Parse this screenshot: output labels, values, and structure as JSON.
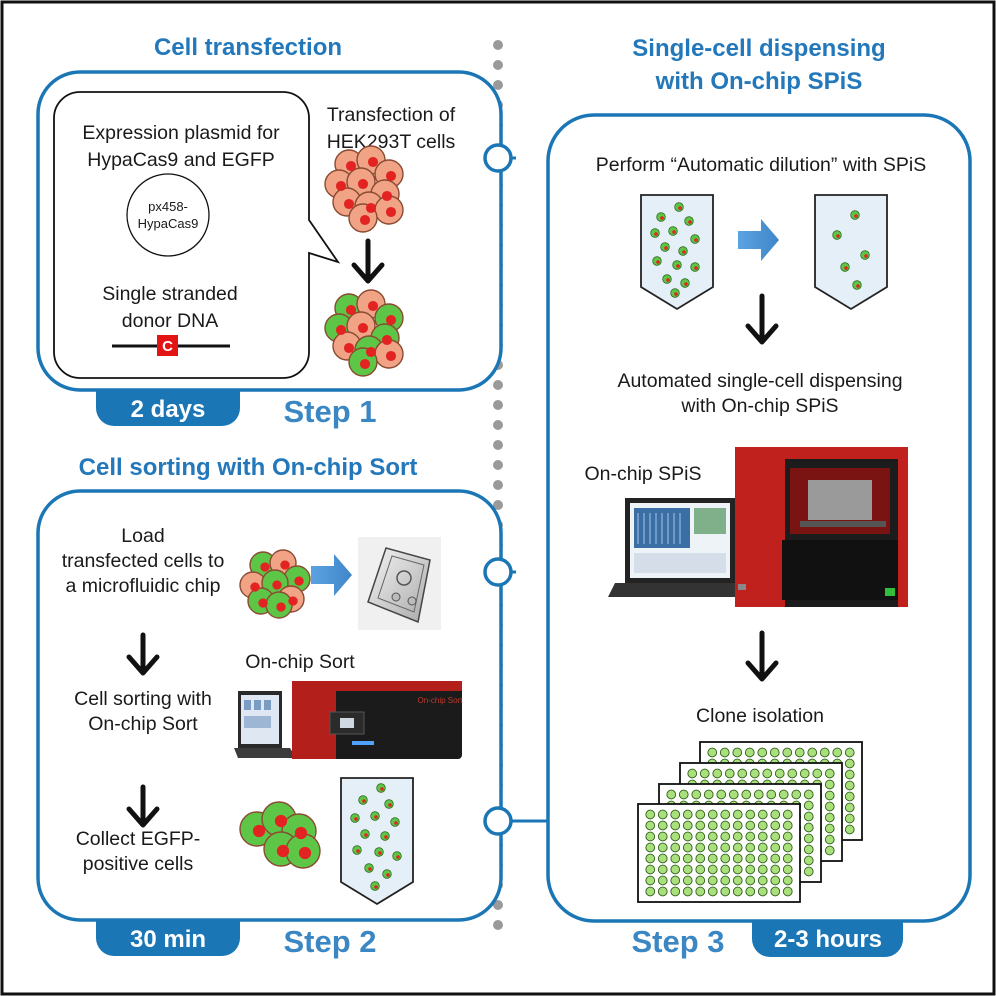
{
  "colors": {
    "accent": "#1b76b6",
    "heading": "#2278ba",
    "step_text": "#3b87c4",
    "cell_red": "#e32222",
    "cell_orange": "#f0a385",
    "cell_green": "#5ec646",
    "well_green": "#a9e07c",
    "tube_fill": "#e5eff8",
    "dot_gray": "#9a9a9a"
  },
  "step1": {
    "title": "Cell transfection",
    "plasmid_label_1": "Expression plasmid for",
    "plasmid_label_2": "HypaCas9 and EGFP",
    "plasmid_name_1": "px458-",
    "plasmid_name_2": "HypaCas9",
    "donor_label_1": "Single stranded",
    "donor_label_2": "donor DNA",
    "donor_marker": "C",
    "transfection_label_1": "Transfection of",
    "transfection_label_2": "HEK293T cells",
    "duration": "2 days",
    "step_label": "Step 1"
  },
  "step2": {
    "title": "Cell sorting with On-chip Sort",
    "load_label_1": "Load",
    "load_label_2": "transfected cells to",
    "load_label_3": "a microfluidic chip",
    "instrument_label": "On-chip Sort",
    "instrument_brand": "On-chip Sort",
    "sorting_label_1": "Cell sorting with",
    "sorting_label_2": "On-chip Sort",
    "collect_label_1": "Collect EGFP-",
    "collect_label_2": "positive cells",
    "duration": "30 min",
    "step_label": "Step 2"
  },
  "step3": {
    "title_1": "Single-cell dispensing",
    "title_2": "with On-chip SPiS",
    "dilution_label": "Perform “Automatic dilution” with SPiS",
    "dispensing_label_1": "Automated single-cell dispensing",
    "dispensing_label_2": "with On-chip SPiS",
    "instrument_label": "On-chip SPiS",
    "clone_label": "Clone isolation",
    "duration": "2-3 hours",
    "step_label": "Step 3"
  }
}
